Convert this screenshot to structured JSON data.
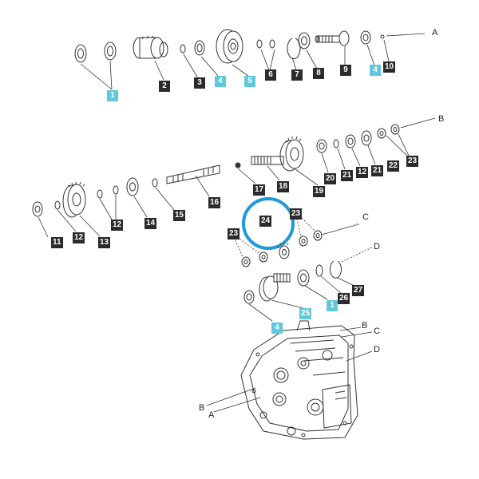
{
  "diagram": {
    "highlight_color": "#5fc8dc",
    "callout_color": "#2b2b2b",
    "focus_ring_color": "#1e9ad6",
    "callouts": [
      {
        "key": "c1a",
        "label": "1",
        "hl": true
      },
      {
        "key": "c2",
        "label": "2",
        "hl": false
      },
      {
        "key": "c3",
        "label": "3",
        "hl": false
      },
      {
        "key": "c4a",
        "label": "4",
        "hl": true
      },
      {
        "key": "c5",
        "label": "5",
        "hl": true
      },
      {
        "key": "c6",
        "label": "6",
        "hl": false
      },
      {
        "key": "c7",
        "label": "7",
        "hl": false
      },
      {
        "key": "c8",
        "label": "8",
        "hl": false
      },
      {
        "key": "c9",
        "label": "9",
        "hl": false
      },
      {
        "key": "c4b",
        "label": "4",
        "hl": true
      },
      {
        "key": "c10",
        "label": "10",
        "hl": false
      },
      {
        "key": "c17",
        "label": "17",
        "hl": false
      },
      {
        "key": "c18",
        "label": "18",
        "hl": false
      },
      {
        "key": "c19",
        "label": "19",
        "hl": false
      },
      {
        "key": "c20",
        "label": "20",
        "hl": false
      },
      {
        "key": "c21a",
        "label": "21",
        "hl": false
      },
      {
        "key": "c12a",
        "label": "12",
        "hl": false
      },
      {
        "key": "c21b",
        "label": "21",
        "hl": false
      },
      {
        "key": "c22",
        "label": "22",
        "hl": false
      },
      {
        "key": "c23a",
        "label": "23",
        "hl": false
      },
      {
        "key": "c16",
        "label": "16",
        "hl": false
      },
      {
        "key": "c15",
        "label": "15",
        "hl": false
      },
      {
        "key": "c14",
        "label": "14",
        "hl": false
      },
      {
        "key": "c12b",
        "label": "12",
        "hl": false
      },
      {
        "key": "c13",
        "label": "13",
        "hl": false
      },
      {
        "key": "c12c",
        "label": "12",
        "hl": false
      },
      {
        "key": "c11",
        "label": "11",
        "hl": false
      },
      {
        "key": "c24",
        "label": "24",
        "hl": false
      },
      {
        "key": "c23b",
        "label": "23",
        "hl": false
      },
      {
        "key": "c23c",
        "label": "23",
        "hl": false
      },
      {
        "key": "c27",
        "label": "27",
        "hl": false
      },
      {
        "key": "c26",
        "label": "26",
        "hl": false
      },
      {
        "key": "c1b",
        "label": "1",
        "hl": true
      },
      {
        "key": "c25",
        "label": "25",
        "hl": true
      },
      {
        "key": "c4c",
        "label": "4",
        "hl": true
      }
    ],
    "letters": [
      {
        "key": "lA1",
        "text": "A"
      },
      {
        "key": "lB1",
        "text": "B"
      },
      {
        "key": "lC1",
        "text": "C"
      },
      {
        "key": "lD1",
        "text": "D"
      },
      {
        "key": "lB2",
        "text": "B"
      },
      {
        "key": "lC2",
        "text": "C"
      },
      {
        "key": "lD2",
        "text": "D"
      },
      {
        "key": "lB3",
        "text": "B"
      },
      {
        "key": "lA2",
        "text": "A"
      }
    ]
  }
}
